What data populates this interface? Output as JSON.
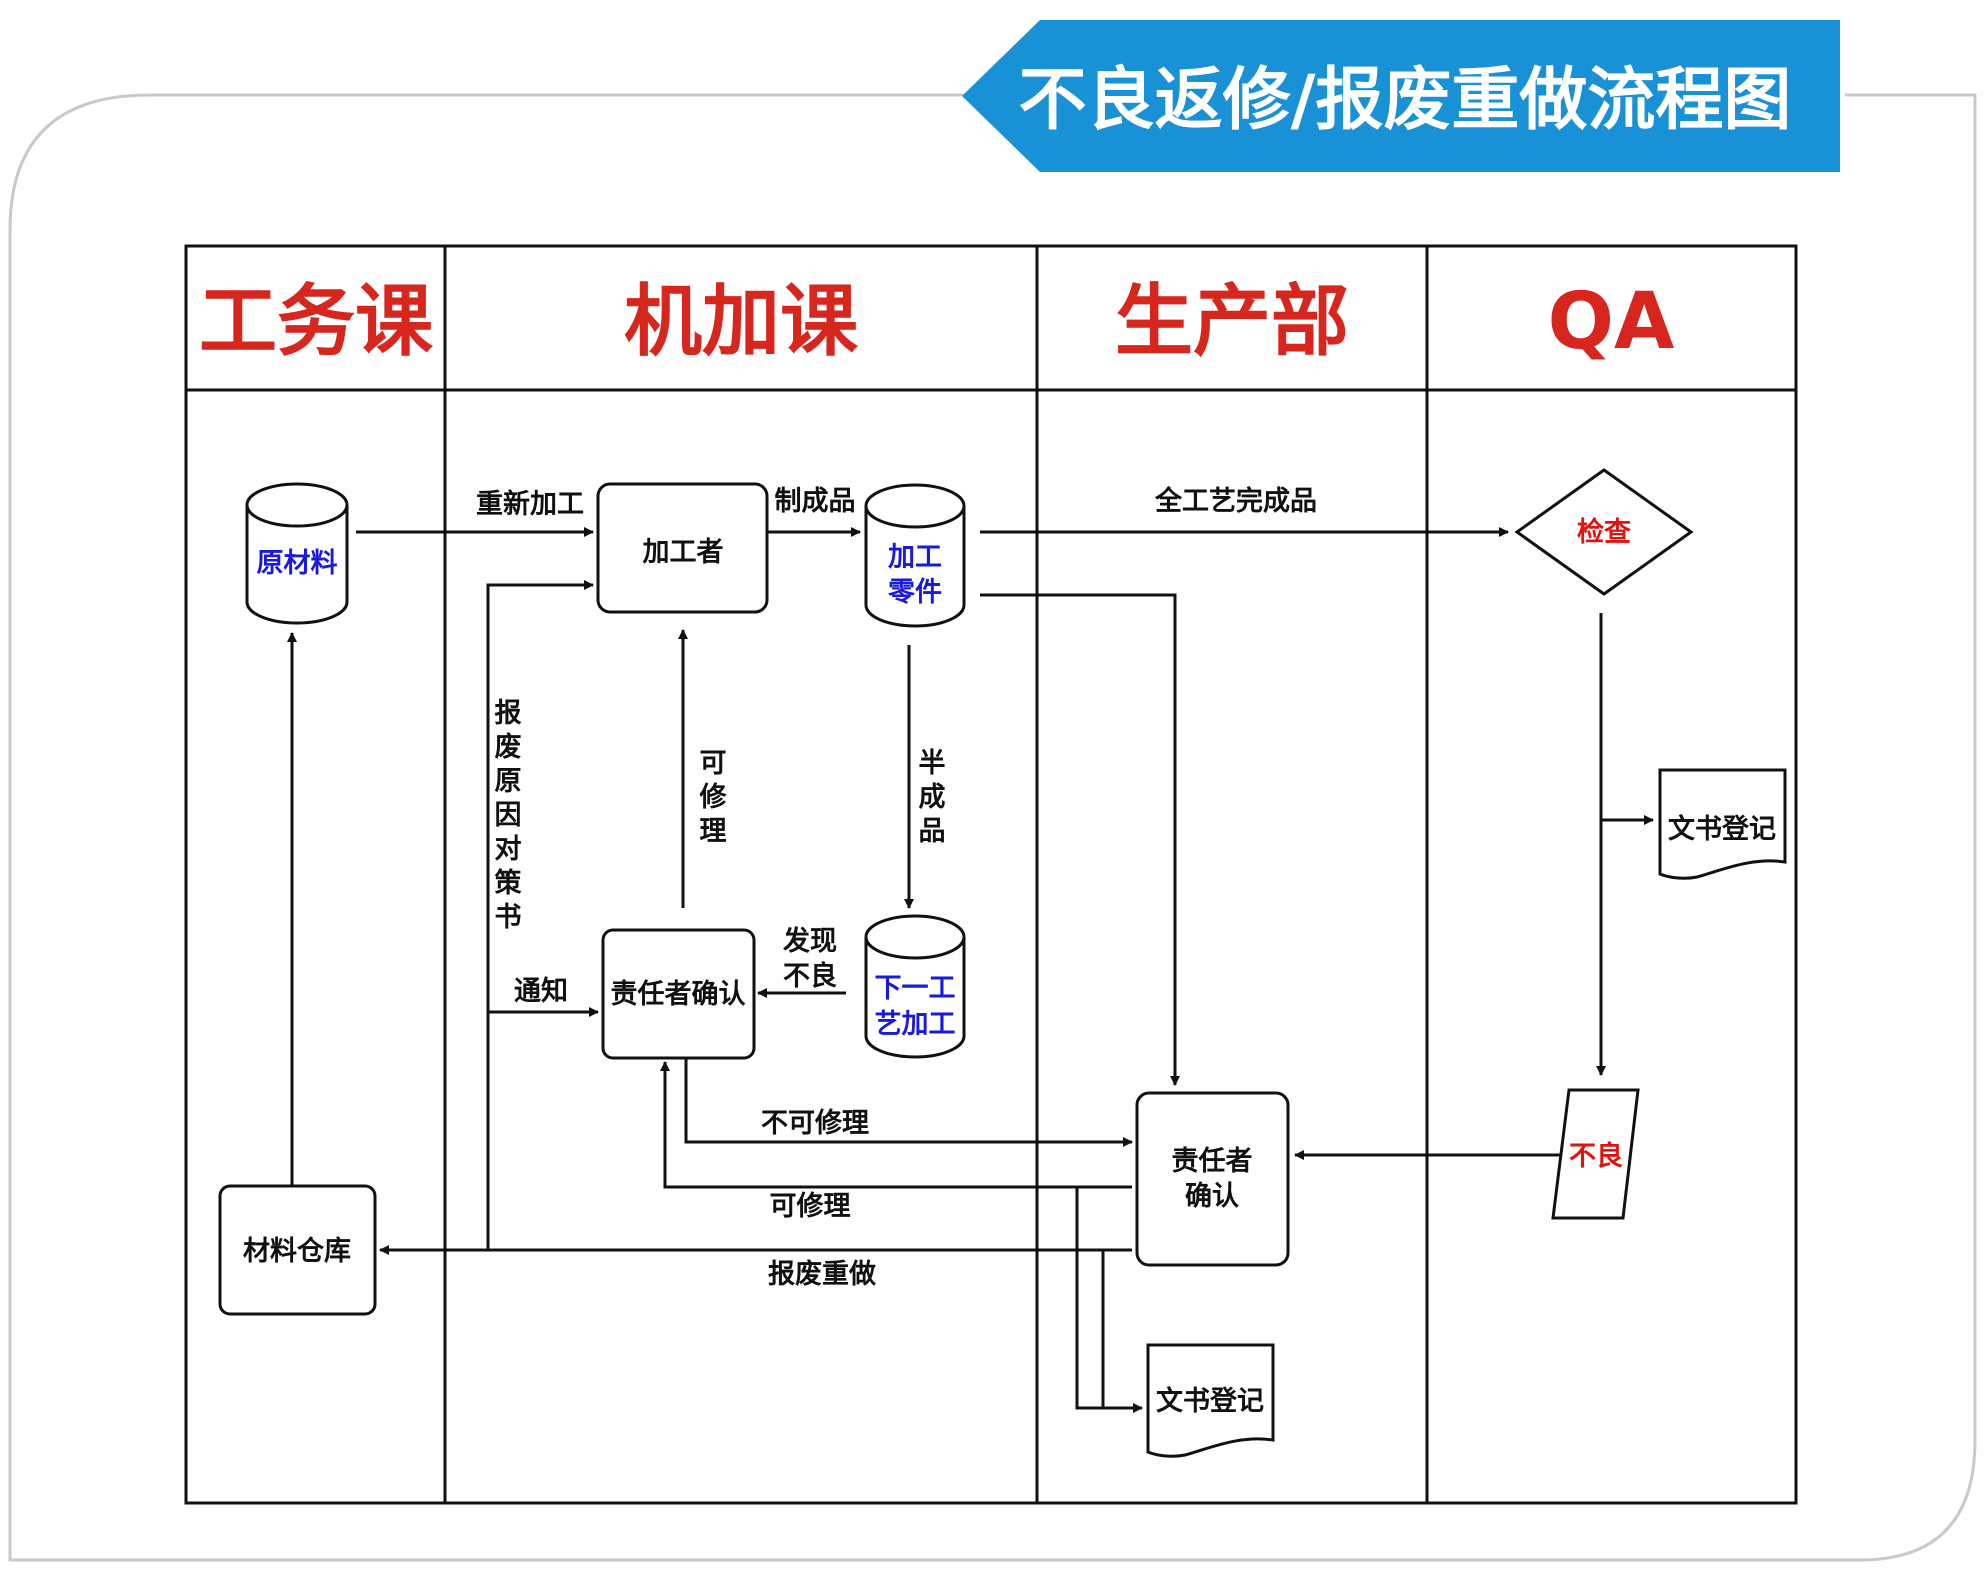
{
  "title": "不良返修/报废重做流程图",
  "colors": {
    "banner": "#1891d6",
    "lane_title": "#d7261e",
    "blue_text": "#1a1adb",
    "red_text": "#e0140f"
  },
  "lanes": [
    "工务课",
    "机加课",
    "生产部",
    "QA"
  ],
  "nodes": {
    "raw_material": "原材料",
    "processor": "加工者",
    "parts": [
      "加工",
      "零件"
    ],
    "next_process": [
      "下一工",
      "艺加工"
    ],
    "responsible_confirm_mach": "责任者确认",
    "warehouse": "材料仓库",
    "responsible_confirm_prod": [
      "责任者",
      "确认"
    ],
    "doc_register_prod": "文书登记",
    "inspect": "检查",
    "doc_register_qa": "文书登记",
    "defect": "不良"
  },
  "edges": {
    "rework": "重新加工",
    "finished_product": "制成品",
    "all_process_done": "全工艺完成品",
    "semi_finished": [
      "半",
      "成",
      "品"
    ],
    "repairable_vertical": [
      "可",
      "修",
      "理"
    ],
    "scrap_countermeasure": [
      "报",
      "废",
      "原",
      "因",
      "对",
      "策",
      "书"
    ],
    "notify": "通知",
    "found_defect": [
      "发现",
      "不良"
    ],
    "not_repairable": "不可修理",
    "repairable": "可修理",
    "scrap_redo": "报废重做"
  }
}
